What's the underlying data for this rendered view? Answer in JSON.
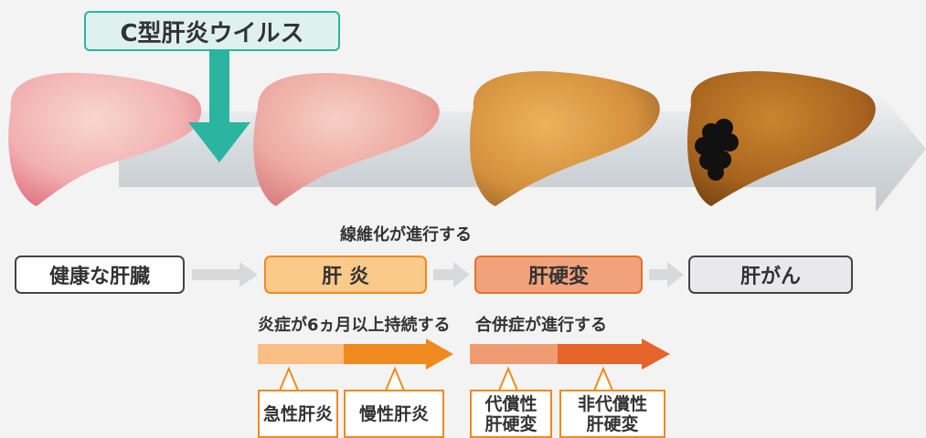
{
  "virus_label": "C型肝炎ウイルス",
  "fibrosis_caption": "線維化が進行する",
  "stages": [
    {
      "label": "健康な肝臓"
    },
    {
      "label": "肝 炎"
    },
    {
      "label": "肝硬変"
    },
    {
      "label": "肝がん"
    }
  ],
  "hepatitis_caption": "炎症が6ヵ月以上持続する",
  "cirrhosis_caption": "合併症が進行する",
  "hepatitis_types": [
    "急性肝炎",
    "慢性肝炎"
  ],
  "cirrhosis_types": [
    {
      "line1": "代償性",
      "line2": "肝硬変"
    },
    {
      "line1": "非代償性",
      "line2": "肝硬変"
    }
  ],
  "colors": {
    "teal": "#2bb5a0",
    "orange": "#ee8a1e",
    "light_orange": "#f9be83",
    "salmon": "#ef9c72",
    "dark_orange": "#e4642a",
    "gray_arrow": "#d6dadd"
  }
}
